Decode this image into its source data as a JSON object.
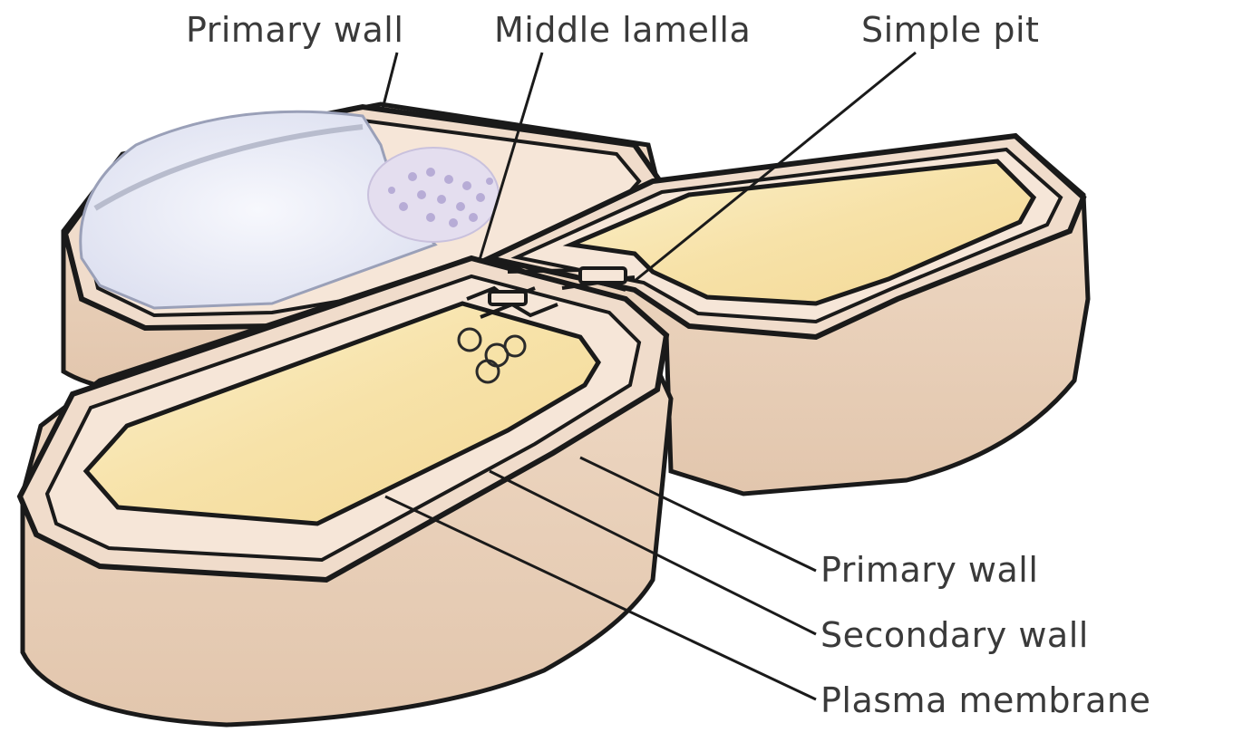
{
  "labels": {
    "top_primary_wall": "Primary wall",
    "middle_lamella": "Middle lamella",
    "simple_pit": "Simple pit",
    "right_primary_wall": "Primary wall",
    "secondary_wall": "Secondary wall",
    "plasma_membrane": "Plasma membrane"
  },
  "colors": {
    "wall_tan": "#ecd6c2",
    "wall_inner": "#f3e3d4",
    "cytoplasm_yellow": "#f7e3ae",
    "vacuole": "#eceef8",
    "nucleus": "#d9d2ea",
    "outline": "#1a1a1a"
  }
}
